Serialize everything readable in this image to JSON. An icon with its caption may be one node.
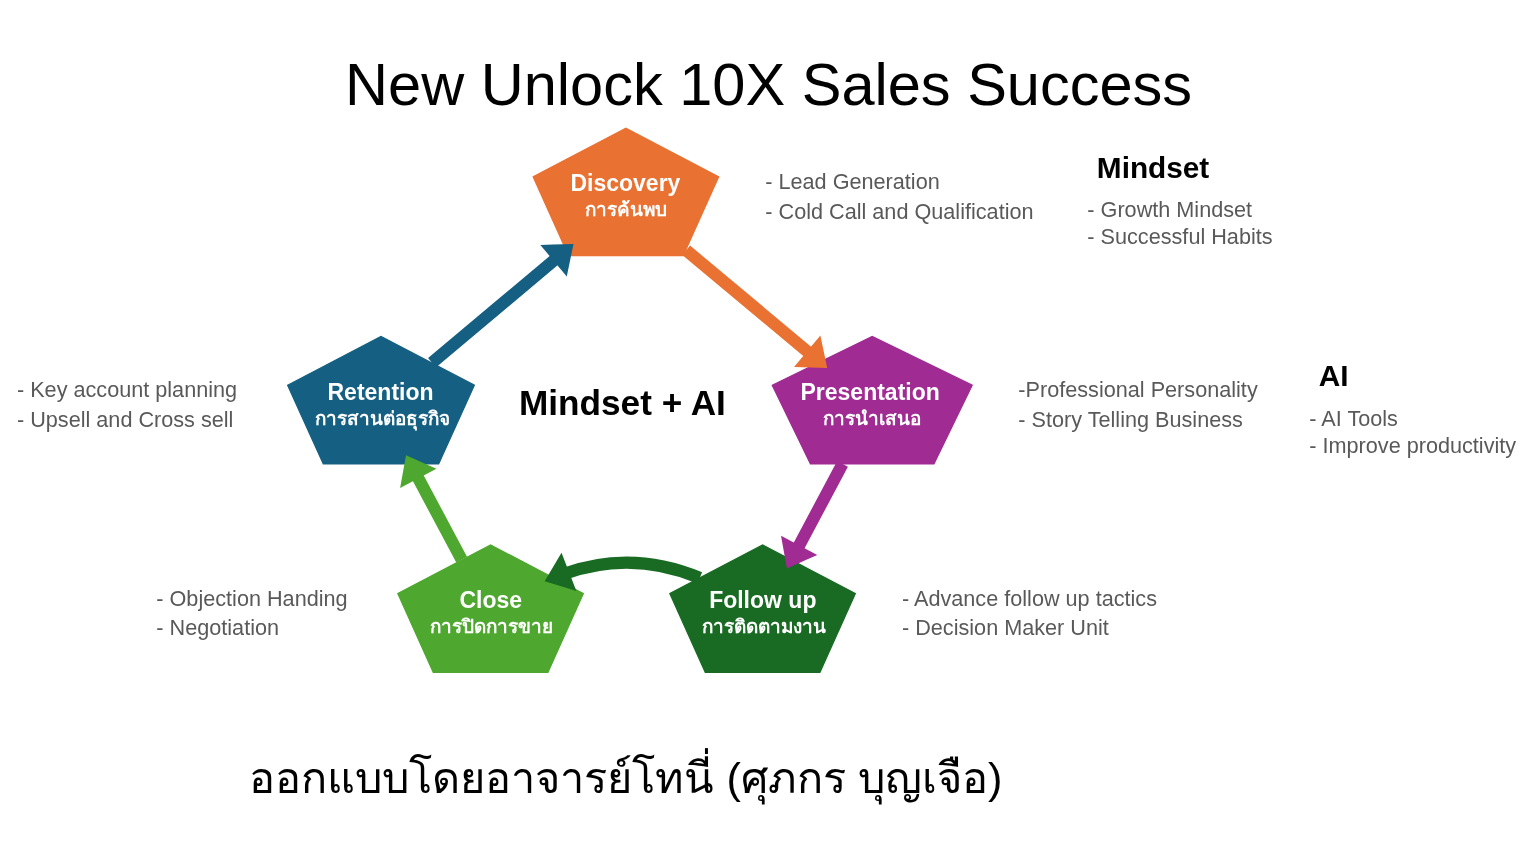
{
  "diagram": {
    "title": "New Unlock 10X Sales Success",
    "caption": "ออกแบบโดยอาจารย์โทนี่ (ศุภกร บุญเจือ)",
    "nodes": [
      {
        "text": [
          "Discovery",
          "การค้นพบ"
        ],
        "beside": [
          "- Lead Generation",
          "- Cold Call and Qualification"
        ]
      },
      {
        "text": [
          "Presentation",
          "การนำเสนอ"
        ],
        "beside": [
          "-Professional Personality",
          "- Story Telling Business"
        ]
      },
      {
        "text": [
          "Follow up",
          "การติดตามงาน"
        ],
        "beside": [
          "- Advance follow up tactics",
          "- Decision Maker Unit"
        ]
      },
      {
        "text": [
          "Close",
          "การปิดการขาย"
        ],
        "beside": [
          "- Objection Handing",
          "- Negotiation"
        ]
      },
      {
        "text": [
          "Retention",
          "การสานต่อธุรกิจ"
        ],
        "beside": [
          "- Key account planning",
          "- Upsell and Cross sell"
        ]
      }
    ],
    "edges": [
      {
        "from": 0,
        "to": 1,
        "arrow": "to",
        "color": "#e97132"
      },
      {
        "from": 1,
        "to": 2,
        "arrow": "to",
        "color": "#a02b93"
      },
      {
        "from": 2,
        "to": 3,
        "arrow": "to",
        "color": "#196b24"
      },
      {
        "from": 3,
        "to": 4,
        "arrow": "to",
        "color": "#4ea72e"
      },
      {
        "from": 4,
        "to": 0,
        "arrow": "to",
        "color": "#156082"
      }
    ],
    "labels": [
      "Mindset",
      "- Growth Mindset",
      "- Successful Habits",
      "Mindset + AI",
      "AI",
      "- AI Tools",
      "- Improve productivity"
    ]
  }
}
